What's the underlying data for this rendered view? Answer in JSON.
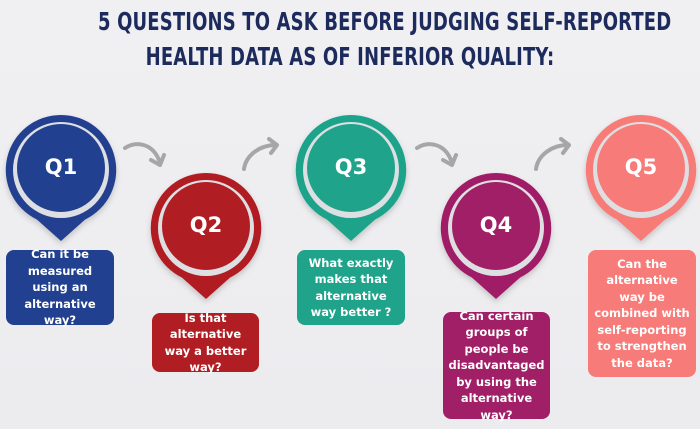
{
  "title": {
    "line1": "5 QUESTIONS TO ASK BEFORE JUDGING SELF-REPORTED",
    "line2": "HEALTH DATA AS OF INFERIOR QUALITY:"
  },
  "colors": {
    "title": "#1d2a5c",
    "q1": "#21408f",
    "q2": "#b01e23",
    "q3": "#1fa38a",
    "q4": "#a01f66",
    "q5": "#f77b78",
    "arrow": "#a6a6a8",
    "background": "#eeeef0"
  },
  "questions": [
    {
      "label": "Q1",
      "text": "Can it be measured using an alternative way?",
      "color": "#21408f"
    },
    {
      "label": "Q2",
      "text": "Is that alternative way a better way?",
      "color": "#b01e23"
    },
    {
      "label": "Q3",
      "text": "What exactly makes that alternative way better ?",
      "color": "#1fa38a"
    },
    {
      "label": "Q4",
      "text": "Can certain groups of people be disadvantaged by using the alternative way?",
      "color": "#a01f66"
    },
    {
      "label": "Q5",
      "text": "Can the alternative way be combined with self-reporting to strengthen the data?",
      "color": "#f77b78"
    }
  ],
  "arrows": [
    {
      "from": "Q1",
      "to": "Q2",
      "icon": "curved-arrow-down-right-icon"
    },
    {
      "from": "Q2",
      "to": "Q3",
      "icon": "curved-arrow-up-right-icon"
    },
    {
      "from": "Q3",
      "to": "Q4",
      "icon": "curved-arrow-down-right-icon"
    },
    {
      "from": "Q4",
      "to": "Q5",
      "icon": "curved-arrow-up-right-icon"
    }
  ]
}
